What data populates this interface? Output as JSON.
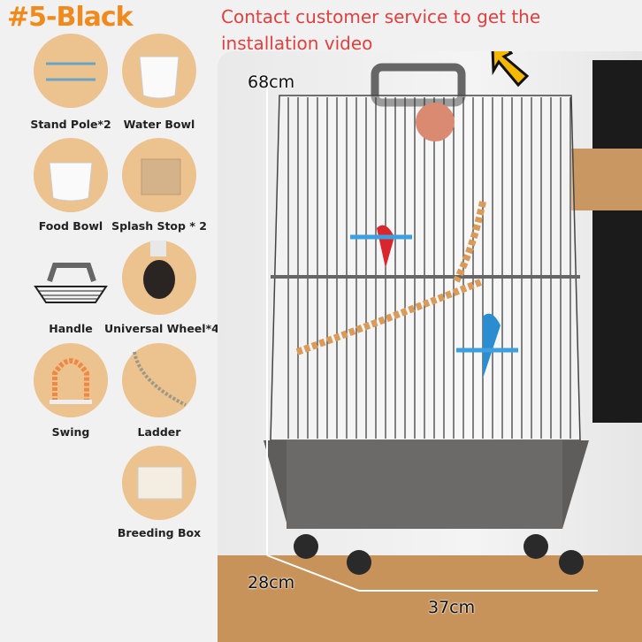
{
  "title": "#5-Black",
  "notice": "Contact customer service to get the installation video",
  "accessories": [
    {
      "label": "Stand Pole*2",
      "icon": "stand-pole-icon"
    },
    {
      "label": "Water Bowl",
      "icon": "water-bowl-icon"
    },
    {
      "label": "Food Bowl",
      "icon": "food-bowl-icon"
    },
    {
      "label": "Splash Stop * 2",
      "icon": "splash-stop-icon"
    },
    {
      "label": "Handle",
      "icon": "handle-icon"
    },
    {
      "label": "Universal Wheel*4",
      "icon": "wheel-icon"
    },
    {
      "label": "Swing",
      "icon": "swing-icon"
    },
    {
      "label": "Ladder",
      "icon": "ladder-icon"
    },
    {
      "label": "Breeding Box",
      "icon": "breeding-box-icon"
    }
  ],
  "dimensions": {
    "height": "68cm",
    "depth": "28cm",
    "width": "37cm"
  },
  "colors": {
    "title": "#f08a1c",
    "notice": "#e0403f",
    "circle": "#ecc28e",
    "arrow": "#f5b800"
  }
}
